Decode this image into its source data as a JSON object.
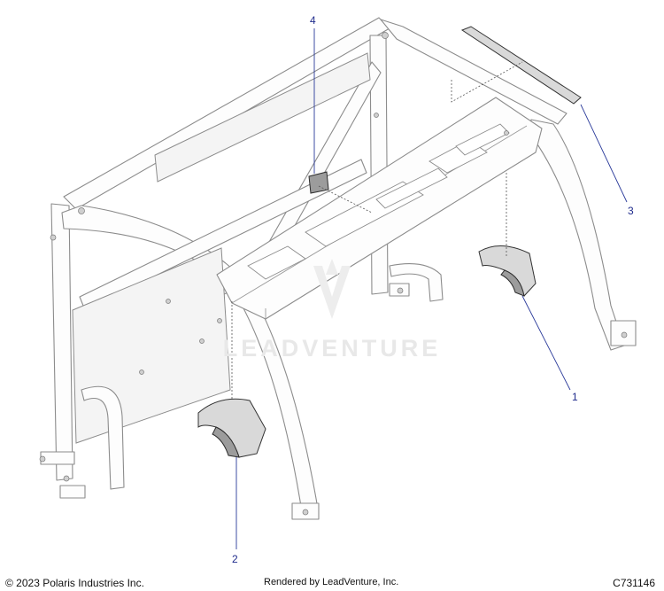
{
  "callouts": [
    "1",
    "2",
    "3",
    "4"
  ],
  "watermark": "LEADVENTURE",
  "footer": {
    "copyright": "© 2023 Polaris Industries Inc.",
    "rendered_by": "Rendered by LeadVenture, Inc.",
    "diagram_code": "C731146"
  }
}
